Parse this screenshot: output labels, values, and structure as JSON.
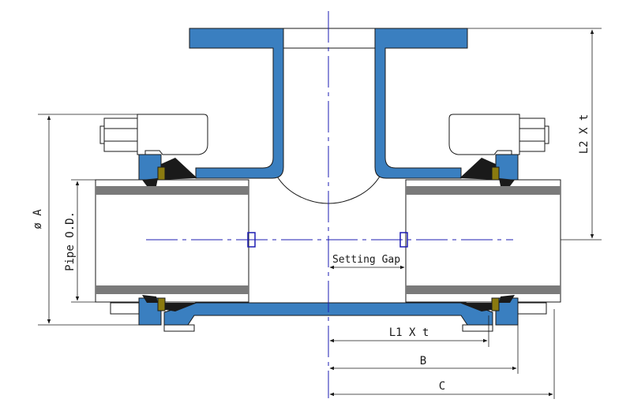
{
  "labels": {
    "diameter_a": "ø A",
    "pipe_od": "Pipe O.D.",
    "setting_gap": "Setting Gap",
    "l1": "L1 X t",
    "b": "B",
    "c": "C",
    "l2": "L2 X t"
  },
  "colors": {
    "fitting_body": "#3a7fc0",
    "seal_black": "#1a1a1a",
    "seal_gold": "#8a7a10",
    "pipe_band": "#7a7a7a",
    "centerline": "#1d1db3",
    "outline": "#1a1a1a"
  }
}
